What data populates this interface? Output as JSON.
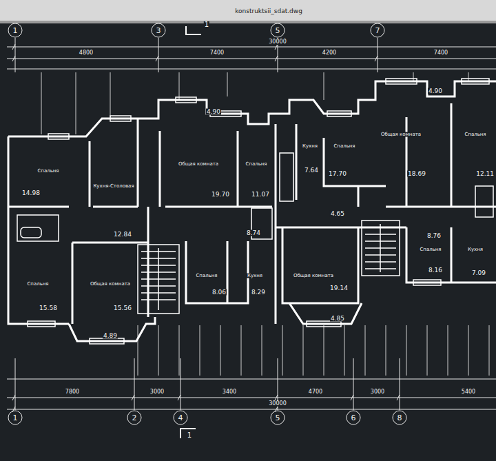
{
  "diagram": {
    "labels": [
      "konstruktsii_sdat.dwg",
      "1",
      "3",
      "5",
      "7",
      "1",
      "30000",
      "4800",
      "7400",
      "4200",
      "7400",
      "Спальня",
      "14.98",
      "Кухня-Столовая",
      "12.84",
      "Спальня",
      "15.58",
      "Общая комната",
      "15.56",
      "4.89",
      "4.90",
      "Общая комната",
      "19.70",
      "Спальня",
      "11.07",
      "Кухня",
      "7.64",
      "Спальня",
      "17.70",
      "Общая комната",
      "18.69",
      "Спальня",
      "12.11",
      "4.90",
      "4.65",
      "8.74",
      "Спальня",
      "8.06",
      "Кухня",
      "8.29",
      "Общая комната",
      "19.14",
      "4.85",
      "8.76",
      "Спальня",
      "8.16",
      "Кухня",
      "7.09",
      "7800",
      "3000",
      "3400",
      "4700",
      "3000",
      "5400",
      "30000",
      "1",
      "2",
      "4",
      "5",
      "6",
      "8",
      "1"
    ]
  }
}
